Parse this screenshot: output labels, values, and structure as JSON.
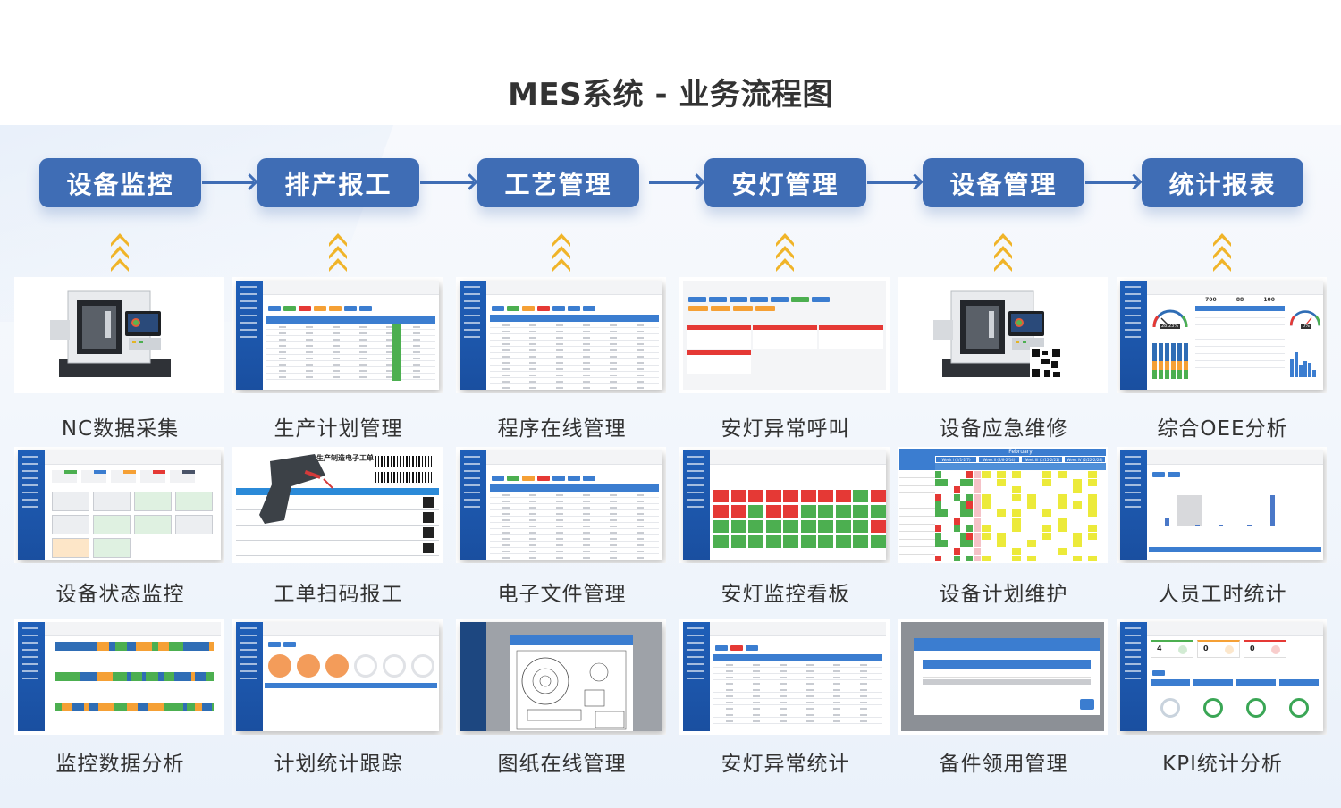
{
  "title": "MES系统 - 业务流程图",
  "colors": {
    "flow_box": "#3f6db5",
    "chevron": "#f0b429",
    "label_text": "#333333",
    "ui_blue": "#3b7dd0",
    "ui_green": "#4caf50",
    "ui_red": "#e53935",
    "ui_orange": "#f5a035",
    "ui_yellow": "#ecea3a"
  },
  "flow_steps": [
    {
      "label": "设备监控"
    },
    {
      "label": "排产报工"
    },
    {
      "label": "工艺管理"
    },
    {
      "label": "安灯管理"
    },
    {
      "label": "设备管理"
    },
    {
      "label": "统计报表"
    }
  ],
  "modules": [
    [
      {
        "label": "NC数据采集",
        "thumb": "cnc-machine"
      },
      {
        "label": "设备状态监控",
        "thumb": "status-cards"
      },
      {
        "label": "监控数据分析",
        "thumb": "timeline-bars"
      }
    ],
    [
      {
        "label": "生产计划管理",
        "thumb": "plan-table"
      },
      {
        "label": "工单扫码报工",
        "thumb": "work-order-scan",
        "doc_title": "生产制造电子工单"
      },
      {
        "label": "计划统计跟踪",
        "thumb": "plan-circles"
      }
    ],
    [
      {
        "label": "程序在线管理",
        "thumb": "program-table"
      },
      {
        "label": "电子文件管理",
        "thumb": "file-table"
      },
      {
        "label": "图纸在线管理",
        "thumb": "drawing-viewer"
      }
    ],
    [
      {
        "label": "安灯异常呼叫",
        "thumb": "andon-call"
      },
      {
        "label": "安灯监控看板",
        "thumb": "andon-board"
      },
      {
        "label": "安灯异常统计",
        "thumb": "andon-stats"
      }
    ],
    [
      {
        "label": "设备应急维修",
        "thumb": "cnc-machine-qr"
      },
      {
        "label": "设备计划维护",
        "thumb": "maintenance-calendar",
        "month": "February",
        "weeks": [
          "Week I (2/1-2/7)",
          "Week II (2/8-2/14)",
          "Week III (2/15-2/21)",
          "Week IV (2/22-2/28)"
        ]
      },
      {
        "label": "备件领用管理",
        "thumb": "spare-parts-dialog"
      }
    ],
    [
      {
        "label": "综合OEE分析",
        "thumb": "oee-dashboard",
        "gauge_left": "28.23%",
        "gauge_right": "0%",
        "kpis": [
          "700",
          "88",
          "100"
        ]
      },
      {
        "label": "人员工时统计",
        "thumb": "hours-chart"
      },
      {
        "label": "KPI统计分析",
        "thumb": "kpi-dashboard",
        "counts": [
          "4",
          "0",
          "0"
        ]
      }
    ]
  ]
}
